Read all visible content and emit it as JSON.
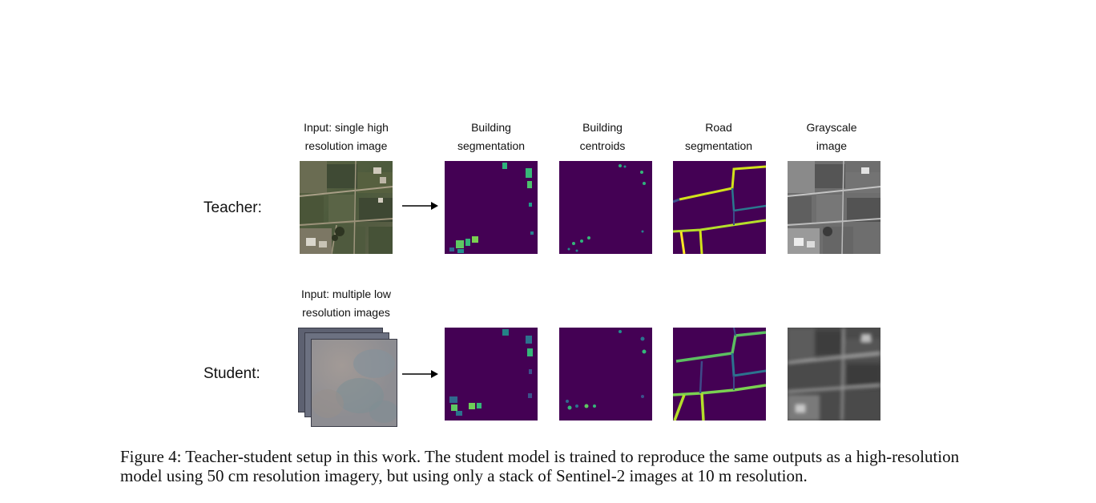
{
  "headers": {
    "teacher_input": [
      "Input: single high",
      "resolution image"
    ],
    "building_segmentation": [
      "Building",
      "segmentation"
    ],
    "building_centroids": [
      "Building",
      "centroids"
    ],
    "road_segmentation": [
      "Road",
      "segmentation"
    ],
    "grayscale_image": [
      "Grayscale",
      "image"
    ],
    "student_input": [
      "Input: multiple low",
      "resolution images"
    ]
  },
  "rows": {
    "teacher": "Teacher:",
    "student": "Student:"
  },
  "caption": "Figure 4: Teacher-student setup in this work. The student model is trained to reproduce the same outputs as a high-resolution model using 50 cm resolution imagery, but using only a stack of Sentinel-2 images at 10 m resolution.",
  "colors": {
    "viridis_bg": "#440154",
    "viridis_mid": "#31688e",
    "viridis_green": "#35b779",
    "viridis_yellow": "#fde725"
  }
}
